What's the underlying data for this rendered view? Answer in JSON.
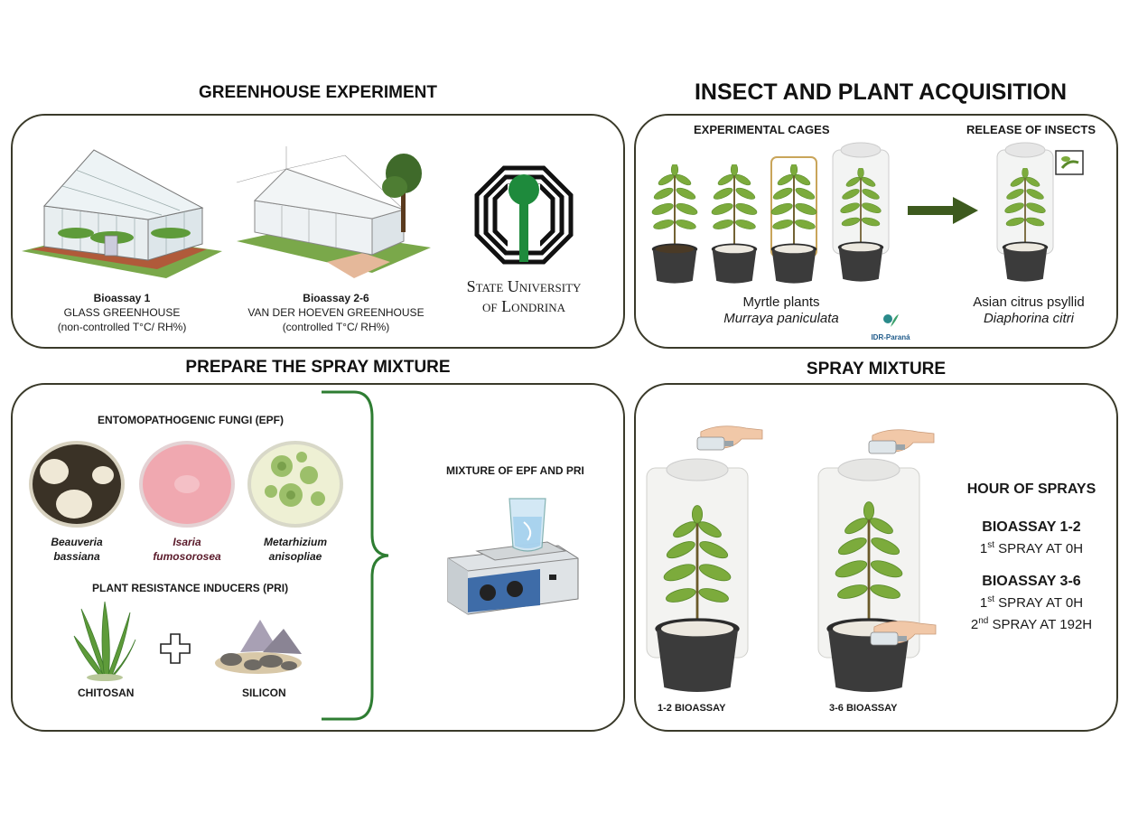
{
  "greenhouse": {
    "title": "GREENHOUSE EXPERIMENT",
    "bioassay1": {
      "name": "Bioassay 1",
      "place": "GLASS GREENHOUSE",
      "cond": "(non-controlled T°C/ RH%)"
    },
    "bioassay2": {
      "name": "Bioassay 2-6",
      "place": "VAN DER HOEVEN GREENHOUSE",
      "cond": "(controlled T°C/ RH%)"
    },
    "university_line1": "State University",
    "university_line2": "of Londrina"
  },
  "acquisition": {
    "title": "INSECT AND PLANT ACQUISITION",
    "cages_label": "EXPERIMENTAL CAGES",
    "release_label": "RELEASE OF INSECTS",
    "plant_name": "Myrtle plants",
    "plant_species": "Murraya paniculata",
    "insect_name": "Asian citrus psyllid",
    "insect_species": "Diaphorina citri",
    "idr_logo": "IDR-Paraná"
  },
  "prepare": {
    "title": "PREPARE THE SPRAY MIXTURE",
    "epf_label": "ENTOMOPATHOGENIC FUNGI (EPF)",
    "fungi": [
      {
        "genus": "Beauveria",
        "species": "bassiana"
      },
      {
        "genus": "Isaria",
        "species": "fumosorosea"
      },
      {
        "genus": "Metarhizium",
        "species": "anisopliae"
      }
    ],
    "pri_label": "PLANT RESISTANCE INDUCERS (PRI)",
    "chitosan": "CHITOSAN",
    "silicon": "SILICON",
    "mixture_label": "MIXTURE OF EPF AND PRI"
  },
  "spray": {
    "title": "SPRAY MIXTURE",
    "cage1_label": "1-2 BIOASSAY",
    "cage2_label": "3-6 BIOASSAY",
    "hours_title": "HOUR OF SPRAYS",
    "b12_title": "BIOASSAY 1-2",
    "b12_line1_num": "1",
    "b12_line1_sup": "st",
    "b12_line1_rest": " SPRAY AT 0H",
    "b36_title": "BIOASSAY 3-6",
    "b36_line1_num": "1",
    "b36_line1_sup": "st",
    "b36_line1_rest": " SPRAY AT 0H",
    "b36_line2_num": "2",
    "b36_line2_sup": "nd",
    "b36_line2_rest": " SPRAY AT 192H"
  },
  "colors": {
    "panel_border": "#3a3a2a",
    "accent_green": "#2e7d32",
    "arrow_green": "#3d5a1e",
    "leaf_green": "#7cab3c",
    "pot": "#3b3b3b"
  }
}
